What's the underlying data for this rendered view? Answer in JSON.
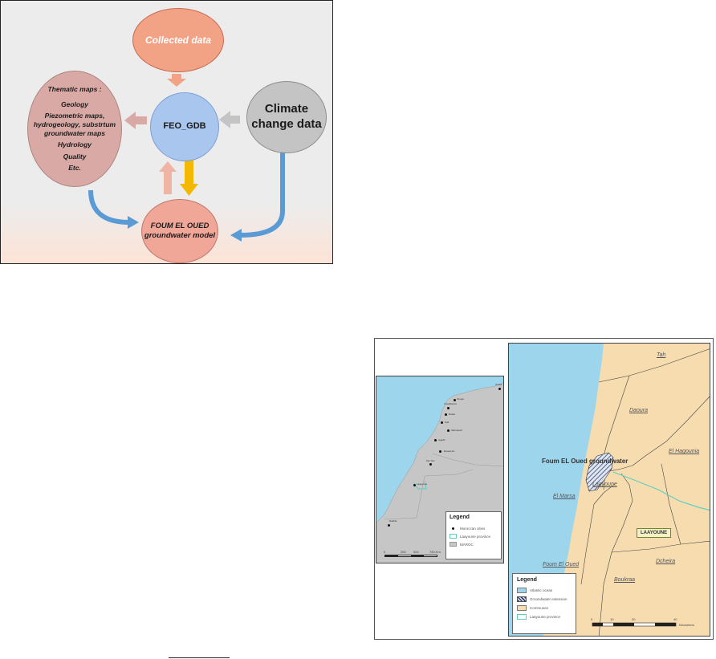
{
  "flow_diagram": {
    "collected_data": "Collected data",
    "database": "FEO_GDB",
    "climate_data": "Climate change data",
    "thematic_maps": {
      "heading": "Thematic maps :",
      "items": [
        "Geology",
        "Piezometric maps, hydrogeology, substrtum groundwater maps",
        "Hydrology",
        "Quality",
        "Etc."
      ]
    },
    "model": "FOUM EL OUED groundwater model",
    "colors": {
      "salmon": "#f3a385",
      "blue_node": "#a9c6ee",
      "grey_node": "#c4c4c4",
      "rose_node": "#d9aaa5",
      "blue_arrow": "#5b9bd5",
      "yellow_arrow": "#f5b800"
    }
  },
  "inset_map": {
    "cities": [
      "Oujda",
      "Tanger",
      "Casablanca",
      "Rabat",
      "Safi",
      "Marrakech",
      "Agadir",
      "Essaouira",
      "Tan Tan",
      "Laayoune",
      "Dakhla"
    ],
    "legend": {
      "title": "Legend",
      "items": [
        "Moroccan cities",
        "Laayoune province",
        "MAROC"
      ]
    },
    "scale": [
      "0",
      "250",
      "500",
      "750 Km"
    ]
  },
  "main_map": {
    "groundwater_label": "Foum EL Oued groundwater",
    "places": [
      "Tah",
      "Daoura",
      "El Hagounia",
      "Laayoune",
      "El Marsa",
      "Foum El Oued",
      "Boukraa",
      "Dcheira"
    ],
    "province_label": "LAAYOUNE",
    "legend": {
      "title": "Legend",
      "items": [
        "Atlantic ocean",
        "Groundwater extension",
        "Communes",
        "Laayoune province"
      ]
    },
    "scale": [
      "0",
      "10",
      "20",
      "40",
      "Kilometers"
    ],
    "colors": {
      "ocean": "#9dd6ec",
      "land": "#f7dcb0",
      "province_line": "#5fd0c0"
    }
  }
}
